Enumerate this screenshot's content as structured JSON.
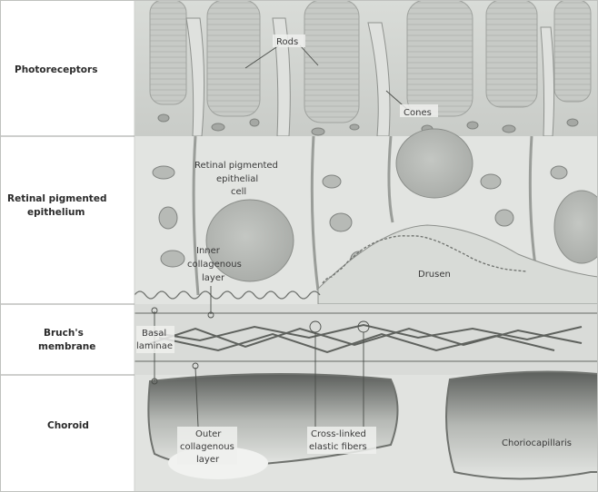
{
  "layers": {
    "photoreceptors": "Photoreceptors",
    "rpe_line1": "Retinal pigmented",
    "rpe_line2": "epithelium",
    "bruchs_line1": "Bruch's",
    "bruchs_line2": "membrane",
    "choroid": "Choroid"
  },
  "annotations": {
    "rods": "Rods",
    "cones": "Cones",
    "rpe_cell_line1": "Retinal pigmented",
    "rpe_cell_line2": "epithelial",
    "rpe_cell_line3": "cell",
    "inner_coll_line1": "Inner",
    "inner_coll_line2": "collagenous",
    "inner_coll_line3": "layer",
    "drusen": "Drusen",
    "basal_line1": "Basal",
    "basal_line2": "laminae",
    "outer_coll_line1": "Outer",
    "outer_coll_line2": "collagenous",
    "outer_coll_line3": "layer",
    "elastic_line1": "Cross-linked",
    "elastic_line2": "elastic fibers",
    "choriocapillaris": "Choriocapillaris"
  }
}
